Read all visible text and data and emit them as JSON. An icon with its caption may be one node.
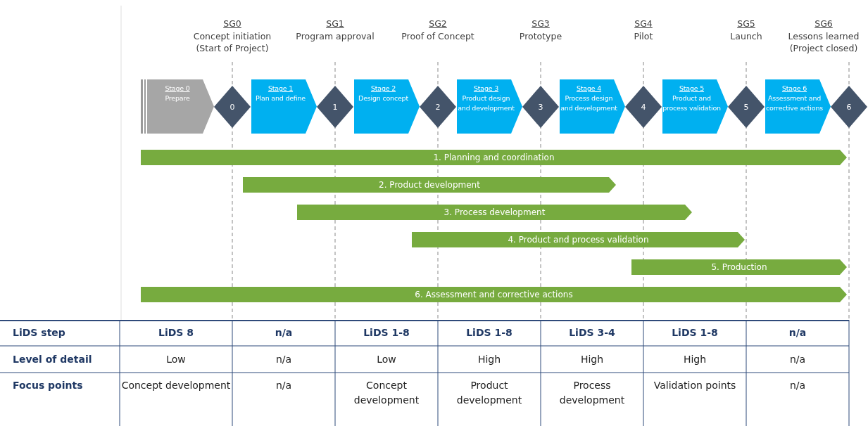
{
  "diagram": {
    "nodes": [
      {
        "text": [
          "Stage 0",
          "Prepare"
        ]
      },
      {
        "text": [
          "0"
        ],
        "beside": [
          "SG0",
          "Concept initiation (Start of Project)"
        ]
      },
      {
        "text": [
          "Stage 1",
          "Plan and define"
        ]
      },
      {
        "text": [
          "1"
        ],
        "beside": [
          "SG1",
          "Program approval"
        ]
      },
      {
        "text": [
          "Stage 2",
          "Design concept"
        ]
      },
      {
        "text": [
          "2"
        ],
        "beside": [
          "SG2",
          "Proof of Concept"
        ]
      },
      {
        "text": [
          "Stage 3",
          "Product design and development"
        ]
      },
      {
        "text": [
          "3"
        ],
        "beside": [
          "SG3",
          "Prototype"
        ]
      },
      {
        "text": [
          "Stage 4",
          "Process design and development"
        ]
      },
      {
        "text": [
          "4"
        ],
        "beside": [
          "SG4",
          "Pilot"
        ]
      },
      {
        "text": [
          "Stage 5",
          "Product and process validation"
        ]
      },
      {
        "text": [
          "5"
        ],
        "beside": [
          "SG5",
          "Launch"
        ]
      },
      {
        "text": [
          "Stage 6",
          "Assessment and corrective actions"
        ]
      },
      {
        "text": [
          "6"
        ],
        "beside": [
          "SG6",
          "Lessons learned (Project closed)"
        ]
      },
      {
        "text": [
          "1. Planning and coordination"
        ]
      },
      {
        "text": [
          "2. Product development"
        ]
      },
      {
        "text": [
          "3. Process development"
        ]
      },
      {
        "text": [
          "4. Product and process validation"
        ]
      },
      {
        "text": [
          "5. Production"
        ]
      },
      {
        "text": [
          "6. Assessment and corrective actions"
        ]
      }
    ],
    "labels": [
      "LiDS step",
      "LiDS 8",
      "n/a",
      "LiDS 1-8",
      "LiDS 1-8",
      "LiDS 3-4",
      "LiDS 1-8",
      "n/a",
      "Level of detail",
      "Low",
      "n/a",
      "Low",
      "High",
      "High",
      "High",
      "n/a",
      "Focus points",
      "Concept development",
      "n/a",
      "Concept development",
      "Product development",
      "Process development",
      "Validation points",
      "n/a"
    ]
  }
}
